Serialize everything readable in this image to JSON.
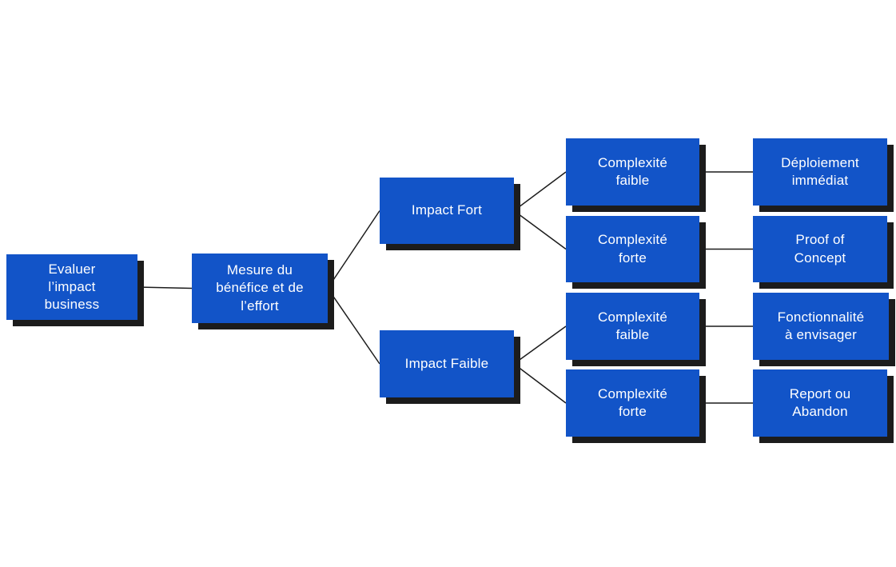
{
  "diagram": {
    "description": "Decision tree: evaluate business impact vs complexity",
    "colors": {
      "node_fill": "#1254C8",
      "node_text": "#FFFFFF",
      "node_shadow": "#1C1C1C",
      "connector": "#1C1C1C"
    },
    "nodes": [
      {
        "id": "evaluer",
        "label": "Evaluer\nl’impact\nbusiness"
      },
      {
        "id": "mesure",
        "label": "Mesure du\nbénéfice et de\nl’effort"
      },
      {
        "id": "impact-fort",
        "label": "Impact Fort"
      },
      {
        "id": "impact-faible",
        "label": "Impact Faible"
      },
      {
        "id": "complexite-faible-1",
        "label": "Complexité\nfaible"
      },
      {
        "id": "complexite-forte-1",
        "label": "Complexité\nforte"
      },
      {
        "id": "complexite-faible-2",
        "label": "Complexité\nfaible"
      },
      {
        "id": "complexite-forte-2",
        "label": "Complexité\nforte"
      },
      {
        "id": "deploiement",
        "label": "Déploiement\nimmédiat"
      },
      {
        "id": "proof-of-concept",
        "label": "Proof of\nConcept"
      },
      {
        "id": "fonctionnalite",
        "label": "Fonctionnalité\nà envisager"
      },
      {
        "id": "report-abandon",
        "label": "Report ou\nAbandon"
      }
    ],
    "edges": [
      {
        "from": "evaluer",
        "to": "mesure"
      },
      {
        "from": "mesure",
        "to": "impact-fort"
      },
      {
        "from": "mesure",
        "to": "impact-faible"
      },
      {
        "from": "impact-fort",
        "to": "complexite-faible-1"
      },
      {
        "from": "impact-fort",
        "to": "complexite-forte-1"
      },
      {
        "from": "impact-faible",
        "to": "complexite-faible-2"
      },
      {
        "from": "impact-faible",
        "to": "complexite-forte-2"
      },
      {
        "from": "complexite-faible-1",
        "to": "deploiement"
      },
      {
        "from": "complexite-forte-1",
        "to": "proof-of-concept"
      },
      {
        "from": "complexite-faible-2",
        "to": "fonctionnalite"
      },
      {
        "from": "complexite-forte-2",
        "to": "report-abandon"
      }
    ]
  }
}
